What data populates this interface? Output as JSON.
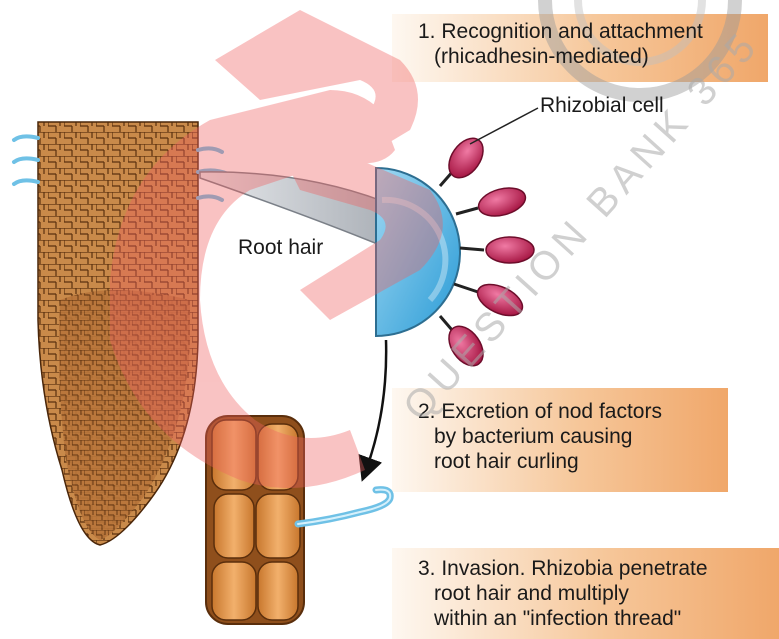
{
  "steps": [
    {
      "lines": [
        "1. Recognition and attachment",
        "(rhicadhesin-mediated)"
      ]
    },
    {
      "lines": [
        "2. Excretion of nod factors",
        "by bacterium causing",
        "root hair curling"
      ]
    },
    {
      "lines": [
        "3. Invasion. Rhizobia penetrate",
        "root hair and multiply",
        "within an \"infection thread\""
      ]
    }
  ],
  "labels": {
    "root_hair": "Root hair",
    "rhizobial_cell": "Rhizobial cell"
  },
  "watermark": {
    "text": "QUESTION BANK 365",
    "logo": "QB 365"
  },
  "colors": {
    "root_brown": "#b8753a",
    "root_dark": "#6e3d14",
    "hair_blue": "#6fc1e6",
    "bacteria_magenta": "#c9205a",
    "callout_gray": "#8a8f96",
    "box_orange": "#f0a76a",
    "watermark_red": "#f07070"
  }
}
